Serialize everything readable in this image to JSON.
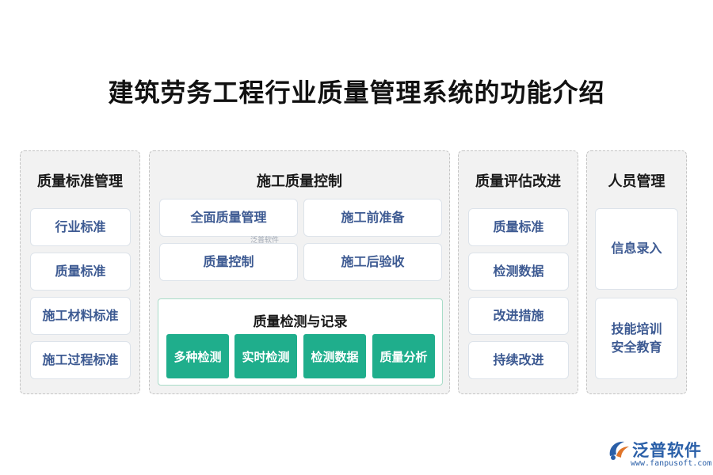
{
  "title": "建筑劳务工程行业质量管理系统的功能介绍",
  "panels": {
    "standards": {
      "title": "质量标准管理",
      "items": [
        "行业标准",
        "质量标准",
        "施工材料标准",
        "施工过程标准"
      ]
    },
    "control": {
      "title": "施工质量控制",
      "items": [
        "全面质量管理",
        "施工前准备",
        "质量控制",
        "施工后验收"
      ],
      "inspection": {
        "title": "质量检测与记录",
        "items": [
          "多种检测",
          "实时检测",
          "检测数据",
          "质量分析"
        ]
      }
    },
    "evaluation": {
      "title": "质量评估改进",
      "items": [
        "质量标准",
        "检测数据",
        "改进措施",
        "持续改进"
      ]
    },
    "personnel": {
      "title": "人员管理",
      "items": [
        "信息录入",
        "技能培训\n安全教育"
      ]
    }
  },
  "watermark": "泛普软件",
  "logo": {
    "name": "泛普软件",
    "url": "www.fanpusoft.com"
  },
  "colors": {
    "accent_green": "#1fae8c",
    "card_text": "#3d5a92",
    "panel_bg": "#f2f2f2",
    "brand": "#2a5fa8"
  }
}
